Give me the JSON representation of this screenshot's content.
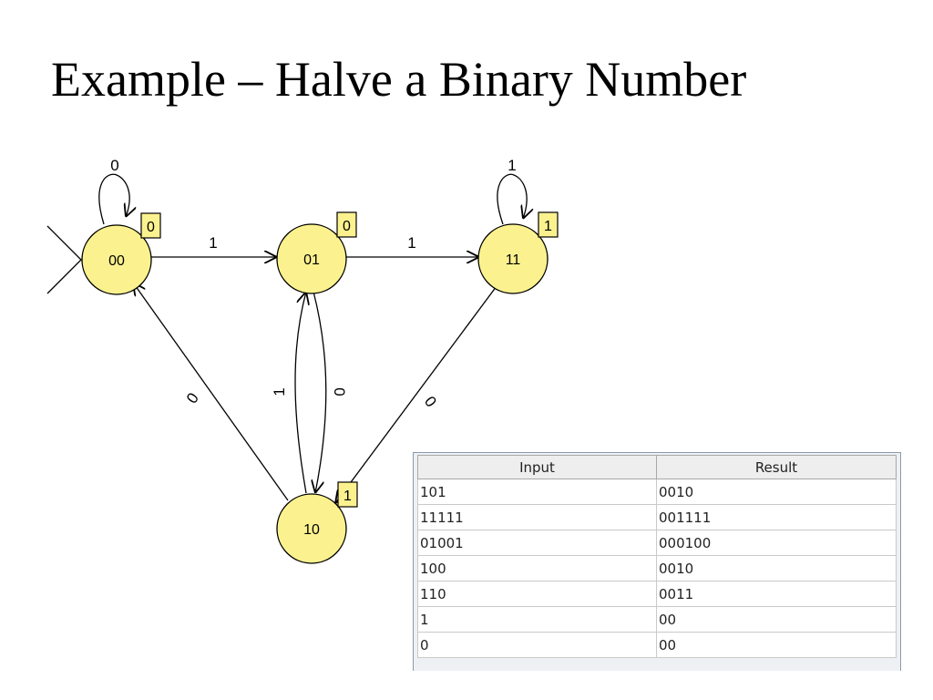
{
  "title": "Example – Halve a Binary Number",
  "diagram": {
    "states": [
      {
        "id": "00",
        "label": "00",
        "output": "0",
        "initial": true
      },
      {
        "id": "01",
        "label": "01",
        "output": "0",
        "initial": false
      },
      {
        "id": "11",
        "label": "11",
        "output": "1",
        "initial": false
      },
      {
        "id": "10",
        "label": "10",
        "output": "1",
        "initial": false
      }
    ],
    "transitions": [
      {
        "from": "00",
        "to": "00",
        "symbol": "0"
      },
      {
        "from": "00",
        "to": "01",
        "symbol": "1"
      },
      {
        "from": "01",
        "to": "11",
        "symbol": "1"
      },
      {
        "from": "11",
        "to": "11",
        "symbol": "1"
      },
      {
        "from": "10",
        "to": "00",
        "symbol": "0"
      },
      {
        "from": "10",
        "to": "01",
        "symbol": "1"
      },
      {
        "from": "01",
        "to": "10",
        "symbol": "0"
      },
      {
        "from": "11",
        "to": "10",
        "symbol": "0"
      }
    ],
    "colors": {
      "state_fill": "#fbf28f",
      "output_fill": "#fbf28f",
      "stroke": "#000000"
    }
  },
  "results_table": {
    "headers": [
      "Input",
      "Result"
    ],
    "rows": [
      [
        "101",
        "0010"
      ],
      [
        "11111",
        "001111"
      ],
      [
        "01001",
        "000100"
      ],
      [
        "100",
        "0010"
      ],
      [
        "110",
        "0011"
      ],
      [
        "1",
        "00"
      ],
      [
        "0",
        "00"
      ]
    ]
  }
}
